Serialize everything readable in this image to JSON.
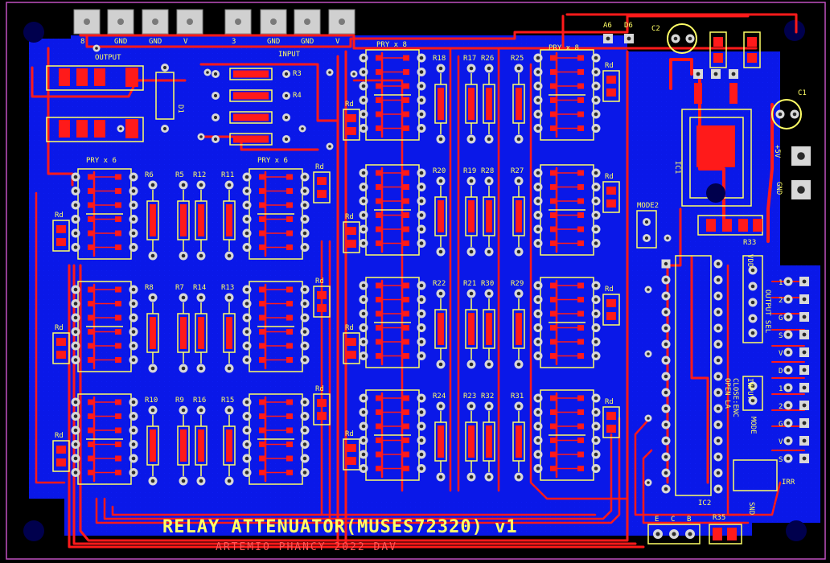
{
  "title": "RELAY ATTENUATOR(MUSES72320) v1",
  "subtitle": "ARTEMIO PHANCY 2022 DAV",
  "headers": {
    "output": "OUTPUT",
    "input": "INPUT",
    "hdr_left": [
      "8",
      "GND",
      "GND",
      "V"
    ],
    "hdr_right": [
      "3",
      "GND",
      "GND",
      "V"
    ]
  },
  "relay_groups": [
    "PRY x 6",
    "PRY x 6",
    "PRY x 8",
    "PRY x 8"
  ],
  "rd_label": "Rd",
  "resistors": {
    "col1": [
      "R6",
      "R8",
      "R10"
    ],
    "col2": [
      "R5",
      "R7",
      "R9"
    ],
    "col3": [
      "R12",
      "R14",
      "R16"
    ],
    "col4": [
      "R11",
      "R13",
      "R15"
    ],
    "col5": [
      "R18",
      "R20",
      "R22",
      "R24"
    ],
    "col6": [
      "R17",
      "R19",
      "R21",
      "R23"
    ],
    "col7": [
      "R26",
      "R28",
      "R30",
      "R32"
    ],
    "col8": [
      "R25",
      "R27",
      "R29",
      "R31"
    ]
  },
  "right_section": {
    "a6": "A6",
    "d6": "D6",
    "c1": "C1",
    "c2": "C2",
    "ic1": "IC1",
    "ic2": "IC2",
    "mode2": "MODE2",
    "r33": "R33",
    "r35": "R35",
    "vdd": "VDD",
    "gnd": "GND",
    "plus5v": "+5V",
    "output_sel": "OUTPUT SEL",
    "input_sel": "INPUT",
    "mode": "MODE",
    "open_la": "OPEN LA",
    "close_enc": "CLOSE:ENC",
    "irr": "IRR",
    "snd": "SND",
    "ecb": [
      "E",
      "C",
      "B"
    ],
    "d1": "D1",
    "r_in": [
      "R3",
      "R4"
    ]
  },
  "right_pins": [
    "1",
    "2",
    "G",
    "S",
    "V",
    "D",
    "1",
    "2",
    "G",
    "V",
    "S"
  ]
}
